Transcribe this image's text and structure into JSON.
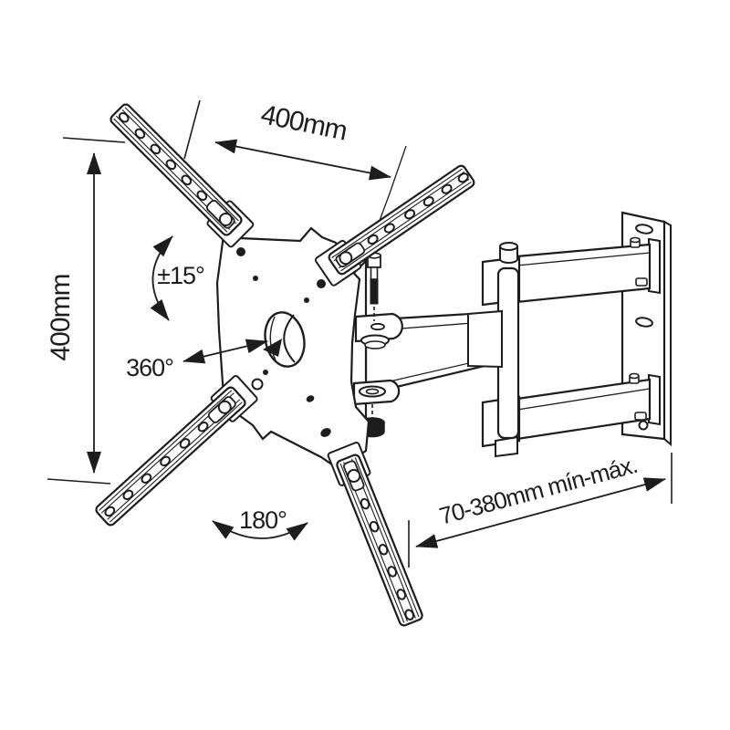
{
  "colors": {
    "background": "#ffffff",
    "ink": "#1d1d1d"
  },
  "diagram": {
    "labels": {
      "top_width": "400mm",
      "left_height": "400mm",
      "tilt": "±15°",
      "swivel": "360°",
      "rotate": "180°",
      "extension": "70-380mm mín-máx."
    }
  }
}
